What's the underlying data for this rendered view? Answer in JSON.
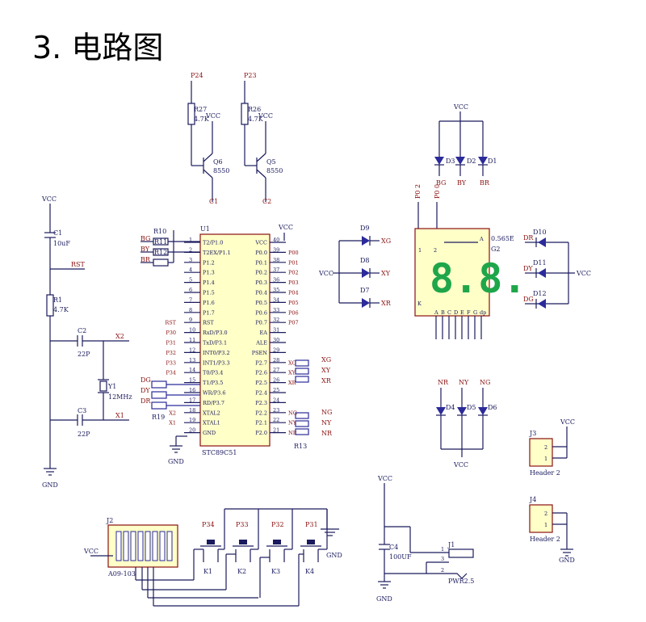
{
  "title": "3. 电路图",
  "labels": {
    "p24": "P24",
    "p23": "P23",
    "r27": "R27",
    "r27v": "4.7K",
    "r26": "R26",
    "r26v": "4.7K",
    "vcc": "VCC",
    "gnd": "GND",
    "q6": "Q6",
    "q6t": "8550",
    "q5": "Q5",
    "q5t": "8550",
    "c1net": "C1",
    "c2net": "C2",
    "c1": "C1",
    "c1v": "10uF",
    "rst": "RST",
    "r1": "R1",
    "r1v": "4.7K",
    "c2": "C2",
    "c2v": "22P",
    "c3": "C3",
    "c3v": "22P",
    "x1": "X1",
    "x2": "X2",
    "y1": "Y1",
    "y1v": "12MHz",
    "r10": "R10",
    "r11": "R11",
    "r12": "R12",
    "r19": "R19",
    "r13": "R13",
    "bg": "BG",
    "by": "BY",
    "br": "BR",
    "dg": "DG",
    "dy": "DY",
    "dr": "DR",
    "u1": "U1",
    "u1name": "STC89C51",
    "d9": "D9",
    "d8": "D8",
    "d7": "D7",
    "xg": "XG",
    "xy": "XY",
    "xr": "XR",
    "p02": "P0 2",
    "p00": "P0 0",
    "disp": "0.565E",
    "dispg": "G2",
    "d10": "D10",
    "d11": "D11",
    "d12": "D12",
    "d1": "D1",
    "d2": "D2",
    "d3": "D3",
    "d4": "D4",
    "d5": "D5",
    "d6": "D6",
    "nr": "NR",
    "ny": "NY",
    "ng": "NG",
    "j1": "J1",
    "j1name": "PWR2.5",
    "j2": "J2",
    "j2name": "A09-103",
    "j3": "J3",
    "j4": "J4",
    "header2": "Header 2",
    "c4": "C4",
    "c4v": "100UF",
    "p34": "P34",
    "p33": "P33",
    "p32": "P32",
    "p31": "P31",
    "k1": "K1",
    "k2": "K2",
    "k3": "K3",
    "k4": "K4"
  },
  "mcu_left_pins": [
    {
      "n": "1",
      "name": "T2/P1.0"
    },
    {
      "n": "2",
      "name": "T2EX/P1.1"
    },
    {
      "n": "3",
      "name": "P1.2"
    },
    {
      "n": "4",
      "name": "P1.3"
    },
    {
      "n": "5",
      "name": "P1.4"
    },
    {
      "n": "6",
      "name": "P1.5"
    },
    {
      "n": "7",
      "name": "P1.6"
    },
    {
      "n": "8",
      "name": "P1.7"
    },
    {
      "n": "9",
      "name": "RST"
    },
    {
      "n": "10",
      "name": "RxD/P3.0"
    },
    {
      "n": "11",
      "name": "TxD/P3.1"
    },
    {
      "n": "12",
      "name": "INT0/P3.2"
    },
    {
      "n": "13",
      "name": "INT1/P3.3"
    },
    {
      "n": "14",
      "name": "T0/P3.4"
    },
    {
      "n": "15",
      "name": "T1/P3.5"
    },
    {
      "n": "16",
      "name": "WR/P3.6"
    },
    {
      "n": "17",
      "name": "RD/P3.7"
    },
    {
      "n": "18",
      "name": "XTAL2"
    },
    {
      "n": "19",
      "name": "XTAL1"
    },
    {
      "n": "20",
      "name": "GND"
    }
  ],
  "mcu_right_pins": [
    {
      "n": "40",
      "name": "VCC"
    },
    {
      "n": "39",
      "name": "P0.0"
    },
    {
      "n": "38",
      "name": "P0.1"
    },
    {
      "n": "37",
      "name": "P0.2"
    },
    {
      "n": "36",
      "name": "P0.3"
    },
    {
      "n": "35",
      "name": "P0.4"
    },
    {
      "n": "34",
      "name": "P0.5"
    },
    {
      "n": "33",
      "name": "P0.6"
    },
    {
      "n": "32",
      "name": "P0.7"
    },
    {
      "n": "31",
      "name": "EA"
    },
    {
      "n": "30",
      "name": "ALE"
    },
    {
      "n": "29",
      "name": "PSEN"
    },
    {
      "n": "28",
      "name": "P2.7"
    },
    {
      "n": "27",
      "name": "P2.6"
    },
    {
      "n": "26",
      "name": "P2.5"
    },
    {
      "n": "25",
      "name": "P2.4"
    },
    {
      "n": "24",
      "name": "P2.3"
    },
    {
      "n": "23",
      "name": "P2.2"
    },
    {
      "n": "22",
      "name": "P2.1"
    },
    {
      "n": "21",
      "name": "P2.0"
    }
  ],
  "mcu_right_nets": [
    "",
    "P00",
    "P01",
    "P02",
    "P03",
    "P04",
    "P05",
    "P06",
    "P07",
    "",
    "",
    "",
    "XG",
    "XY",
    "XR",
    "",
    "",
    "NG",
    "NY",
    "NR"
  ],
  "mcu_left_nets": [
    "",
    "",
    "",
    "",
    "",
    "",
    "",
    "",
    "RST",
    "P30",
    "P31",
    "P32",
    "P33",
    "P34",
    "",
    "",
    "",
    "X2",
    "X1",
    ""
  ],
  "display_top_pins": [
    "1",
    "2",
    "A"
  ],
  "display_bottom_pins": [
    "A",
    "B",
    "C",
    "D",
    "E",
    "F",
    "G",
    "dp"
  ],
  "display_digits": "8.8."
}
